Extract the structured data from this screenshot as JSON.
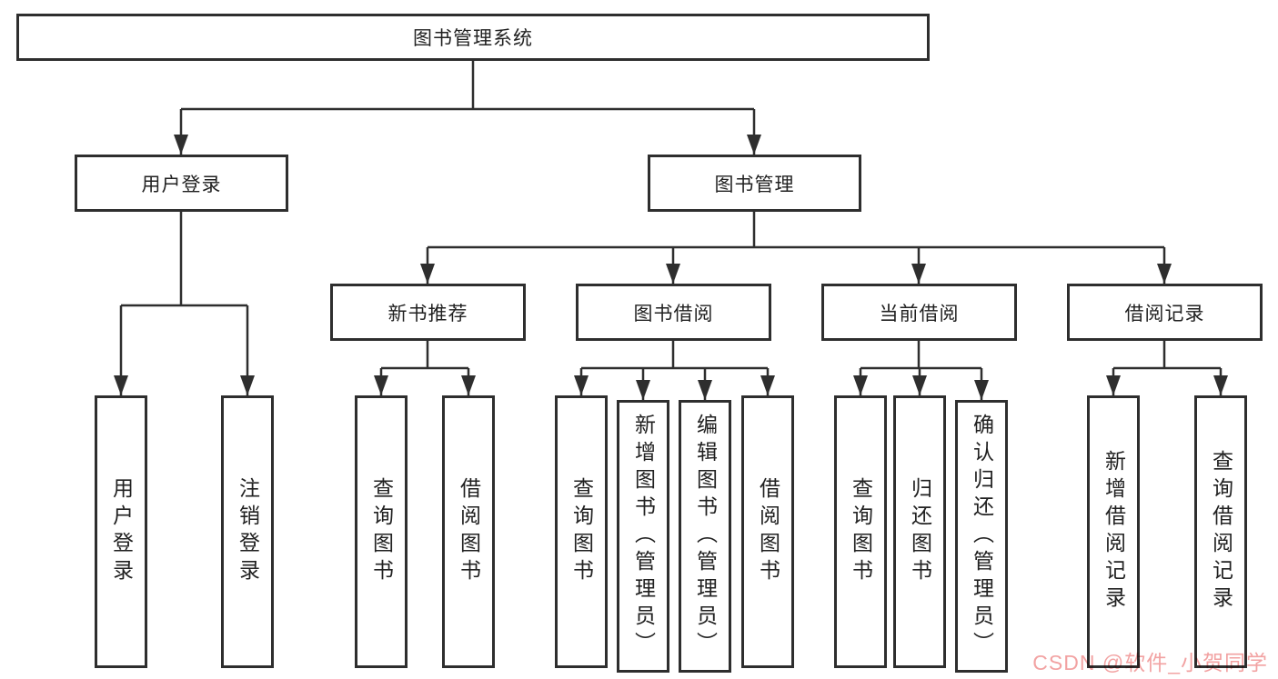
{
  "tree": {
    "root": "图书管理系统",
    "login": {
      "label": "用户登录",
      "children": [
        "用户登录",
        "注销登录"
      ]
    },
    "mgmt": {
      "label": "图书管理",
      "groups": [
        {
          "label": "新书推荐",
          "children": [
            "查询图书",
            "借阅图书"
          ]
        },
        {
          "label": "图书借阅",
          "children": [
            "查询图书",
            "新增图书（管理员）",
            "编辑图书（管理员）",
            "借阅图书"
          ]
        },
        {
          "label": "当前借阅",
          "children": [
            "查询图书",
            "归还图书",
            "确认归还（管理员）"
          ]
        },
        {
          "label": "借阅记录",
          "children": [
            "新增借阅记录",
            "查询借阅记录"
          ]
        }
      ]
    }
  },
  "watermark": {
    "text": "CSDN @软件_小贺同学",
    "color": "#f2a2a2"
  },
  "colors": {
    "line": "#2e2e2e",
    "box_border": "#2e2e2e",
    "text": "#212121",
    "background": "#ffffff"
  }
}
